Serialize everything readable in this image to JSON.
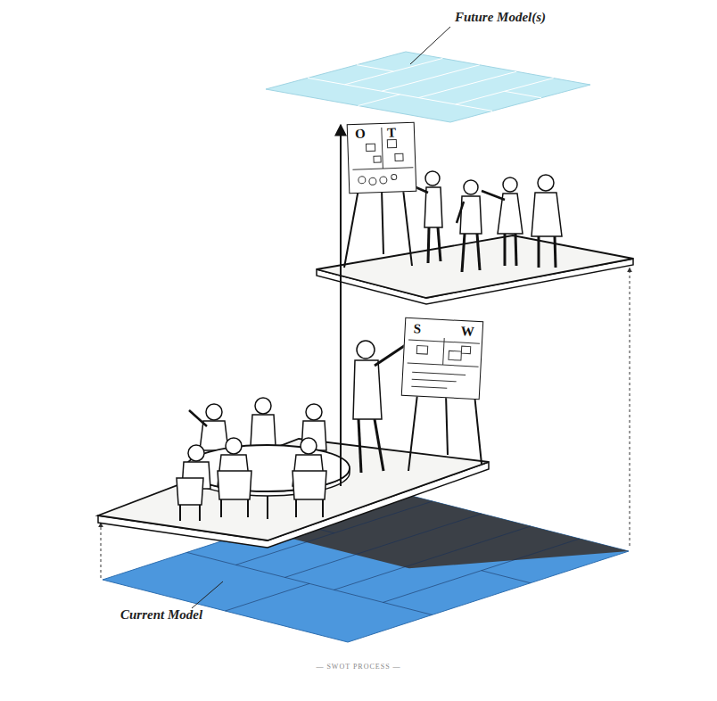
{
  "diagram": {
    "caption": "— SWOT PROCESS —",
    "nodes": [
      {
        "text": [
          "Future Model(s)"
        ]
      },
      {
        "text": [
          "O",
          "T"
        ]
      },
      {
        "text": [
          "S",
          "W"
        ]
      },
      {
        "text": [
          "Current Model"
        ]
      }
    ],
    "edges": [
      {
        "from": 3,
        "to": 0,
        "arrow": "to"
      }
    ]
  }
}
